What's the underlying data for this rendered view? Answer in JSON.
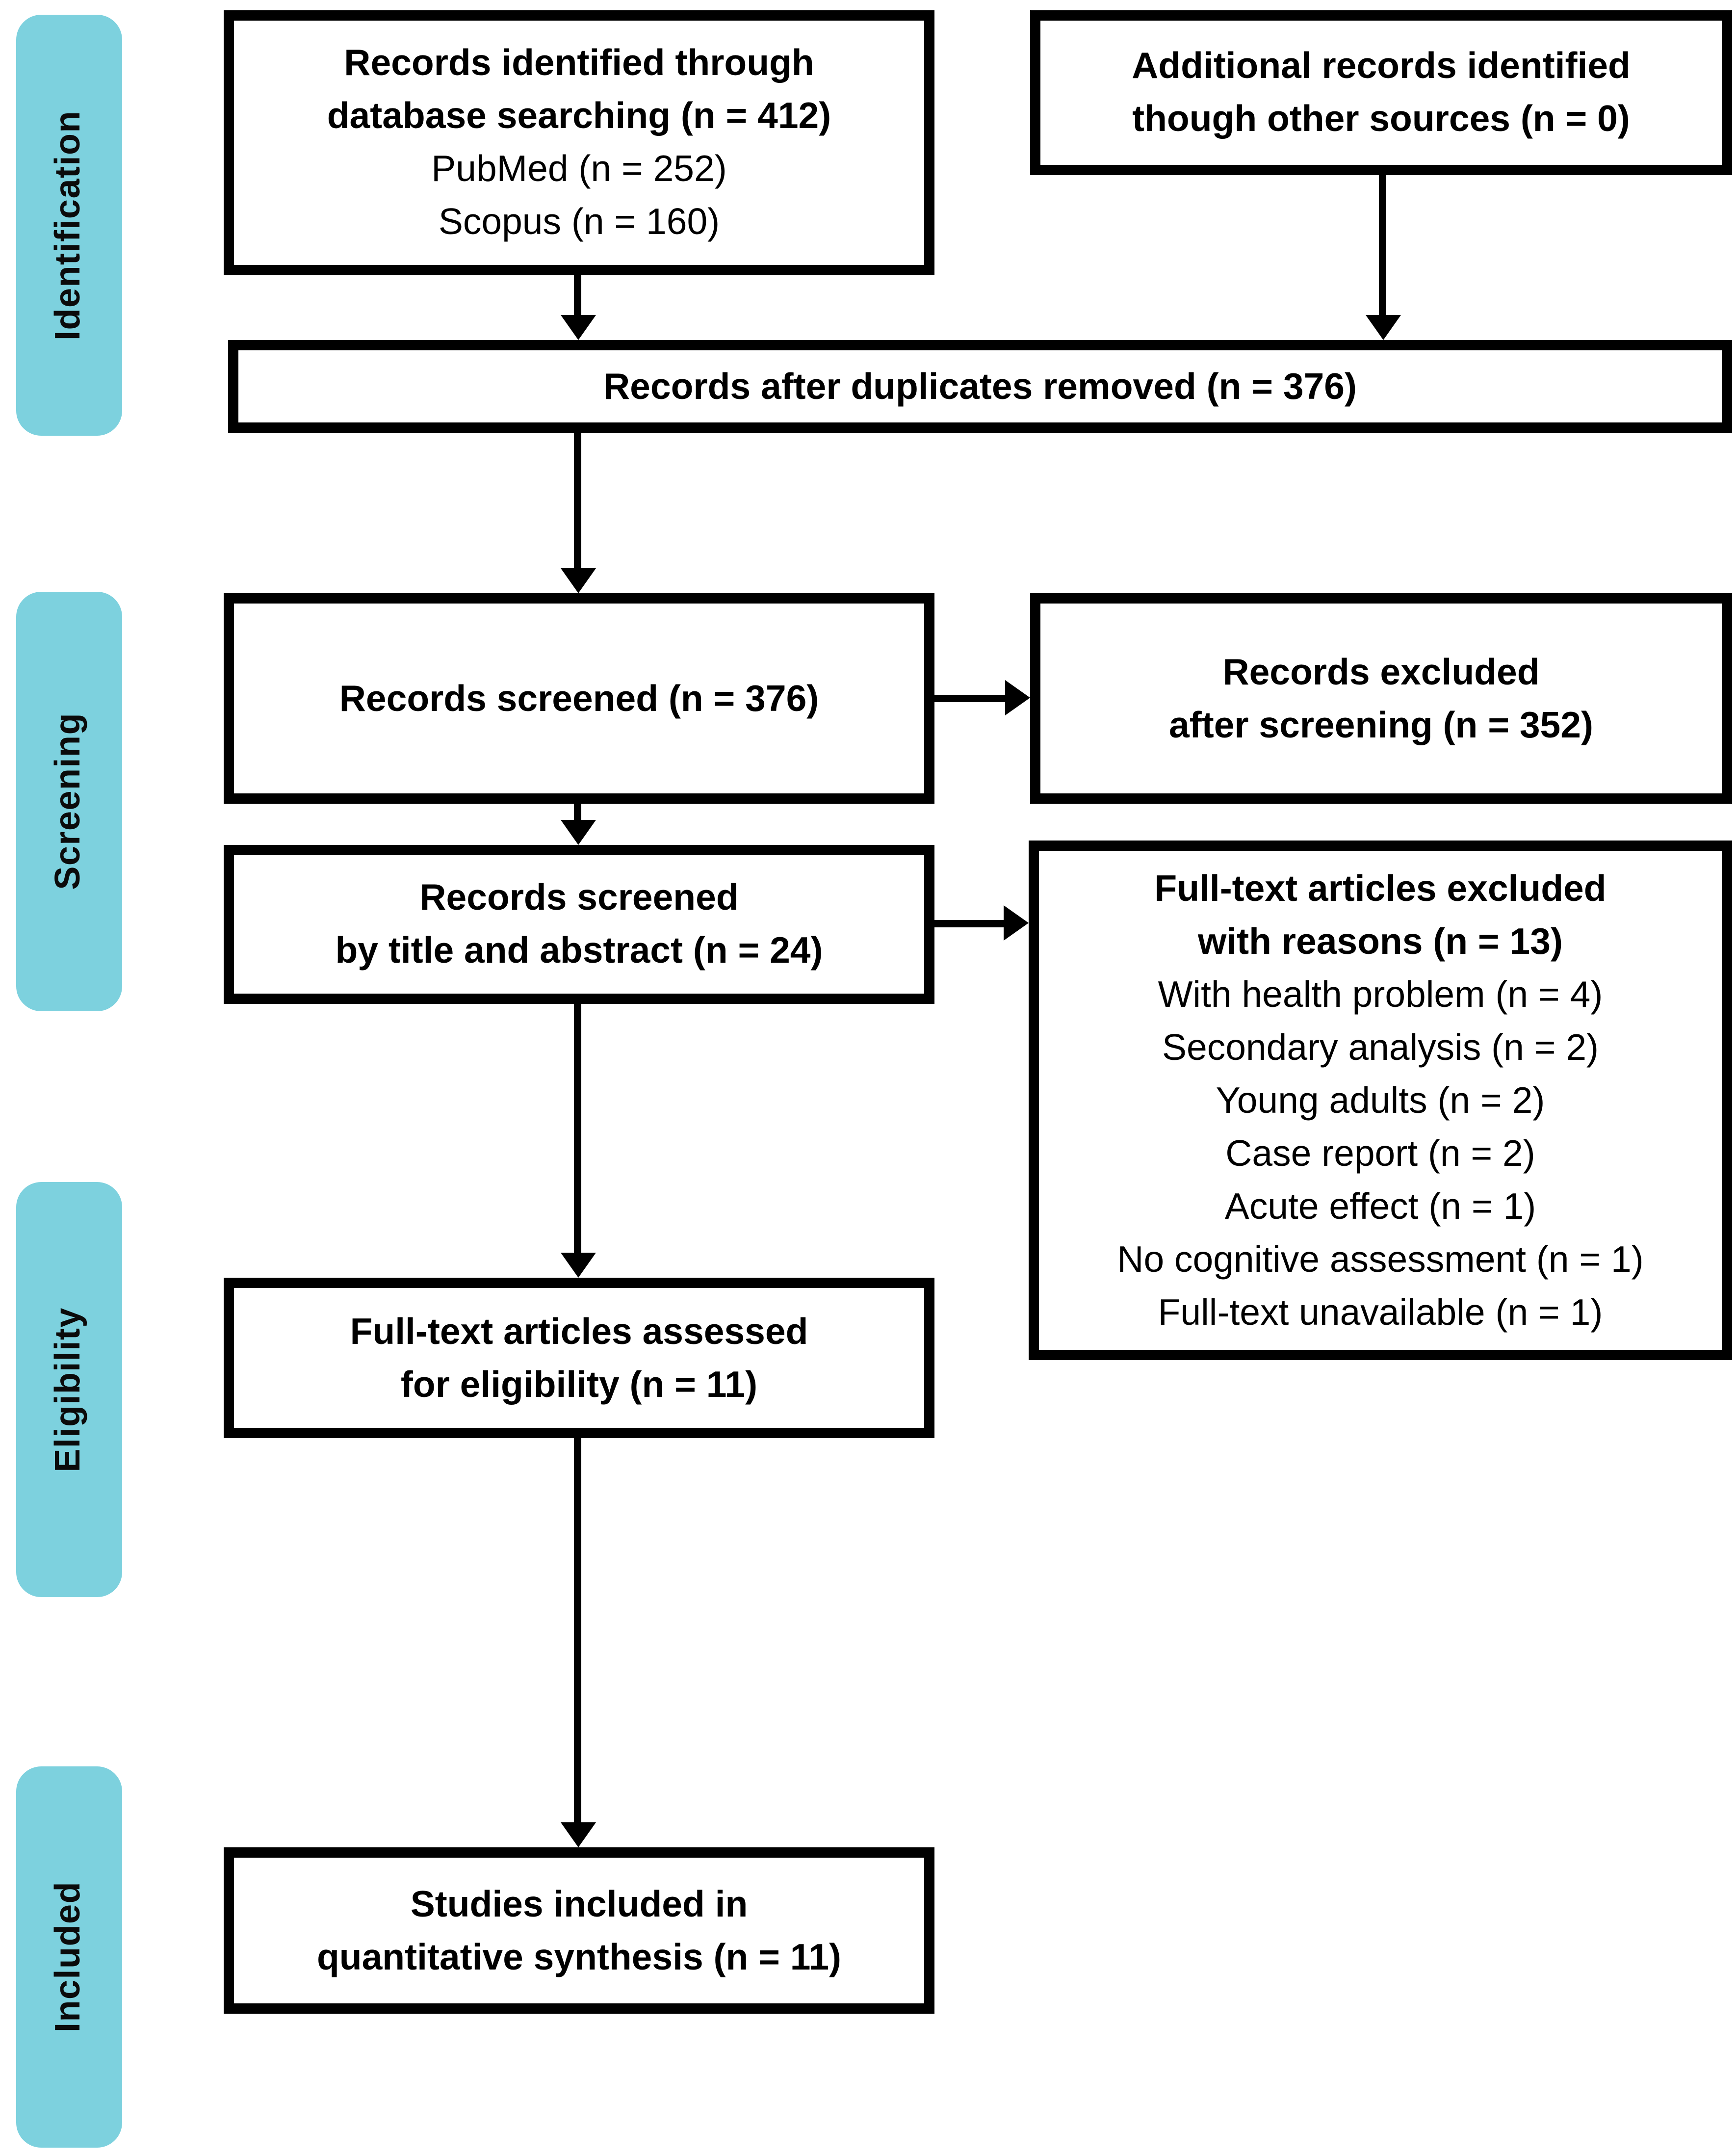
{
  "stages": [
    "Identification",
    "Screening",
    "Eligibility",
    "Included"
  ],
  "boxes": {
    "identified": {
      "lines": [
        "Records identified through",
        "database searching (n = 412)",
        "PubMed (n = 252)",
        "Scopus (n = 160)"
      ]
    },
    "additional": {
      "lines": [
        "Additional records identified",
        "though other sources (n = 0)"
      ]
    },
    "duplicates": {
      "lines": [
        "Records after duplicates removed (n = 376)"
      ]
    },
    "screened": {
      "lines": [
        "Records screened (n = 376)"
      ]
    },
    "excluded_screening": {
      "lines": [
        "Records excluded",
        "after screening (n = 352)"
      ]
    },
    "screened_title_abstract": {
      "lines": [
        "Records screened",
        "by title and abstract (n = 24)"
      ]
    },
    "excluded_fulltext": {
      "lines": [
        "Full-text articles excluded",
        "with reasons (n = 13)",
        "With health problem (n = 4)",
        "Secondary analysis (n = 2)",
        "Young adults (n = 2)",
        "Case report (n = 2)",
        "Acute effect (n = 1)",
        "No cognitive assessment (n = 1)",
        "Full-text unavailable (n = 1)"
      ]
    },
    "assessed": {
      "lines": [
        "Full-text articles assessed",
        "for eligibility (n = 11)"
      ]
    },
    "included_studies": {
      "lines": [
        "Studies included in",
        "quantitative synthesis (n = 11)"
      ]
    }
  },
  "colors": {
    "stage_fill": "#7dd1de",
    "line": "#000000",
    "background": "#ffffff"
  }
}
